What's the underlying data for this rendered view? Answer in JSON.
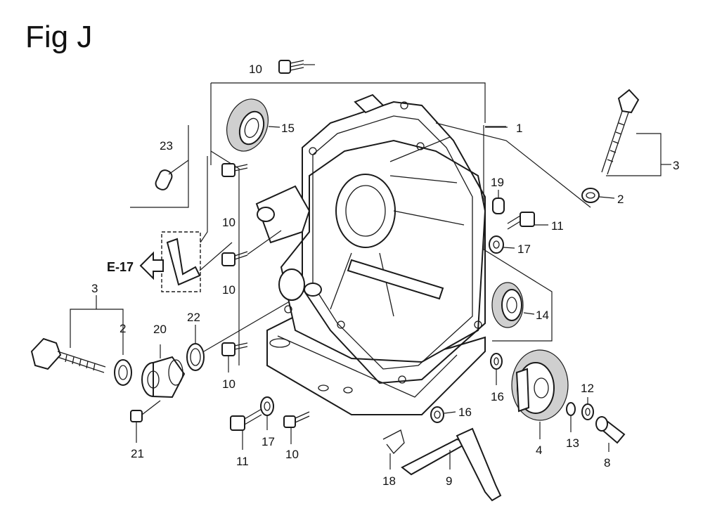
{
  "figure": {
    "title": "Fig J"
  },
  "callouts": [
    {
      "id": "c1",
      "label": "1"
    },
    {
      "id": "c2a",
      "label": "2"
    },
    {
      "id": "c3a",
      "label": "3"
    },
    {
      "id": "c10a",
      "label": "10"
    },
    {
      "id": "c15",
      "label": "15"
    },
    {
      "id": "c23",
      "label": "23"
    },
    {
      "id": "c10b",
      "label": "10"
    },
    {
      "id": "c10c",
      "label": "10"
    },
    {
      "id": "c19",
      "label": "19"
    },
    {
      "id": "c11a",
      "label": "11"
    },
    {
      "id": "c17a",
      "label": "17"
    },
    {
      "id": "c14",
      "label": "14"
    },
    {
      "id": "c3b",
      "label": "3"
    },
    {
      "id": "c2b",
      "label": "2"
    },
    {
      "id": "c20",
      "label": "20"
    },
    {
      "id": "c22",
      "label": "22"
    },
    {
      "id": "c10d",
      "label": "10"
    },
    {
      "id": "c21",
      "label": "21"
    },
    {
      "id": "c11b",
      "label": "11"
    },
    {
      "id": "c17b",
      "label": "17"
    },
    {
      "id": "c10e",
      "label": "10"
    },
    {
      "id": "c16a",
      "label": "16"
    },
    {
      "id": "c18",
      "label": "18"
    },
    {
      "id": "c9",
      "label": "9"
    },
    {
      "id": "c16b",
      "label": "16"
    },
    {
      "id": "c4",
      "label": "4"
    },
    {
      "id": "c13",
      "label": "13"
    },
    {
      "id": "c12",
      "label": "12"
    },
    {
      "id": "c8",
      "label": "8"
    }
  ],
  "reference": {
    "label": "E-17"
  }
}
